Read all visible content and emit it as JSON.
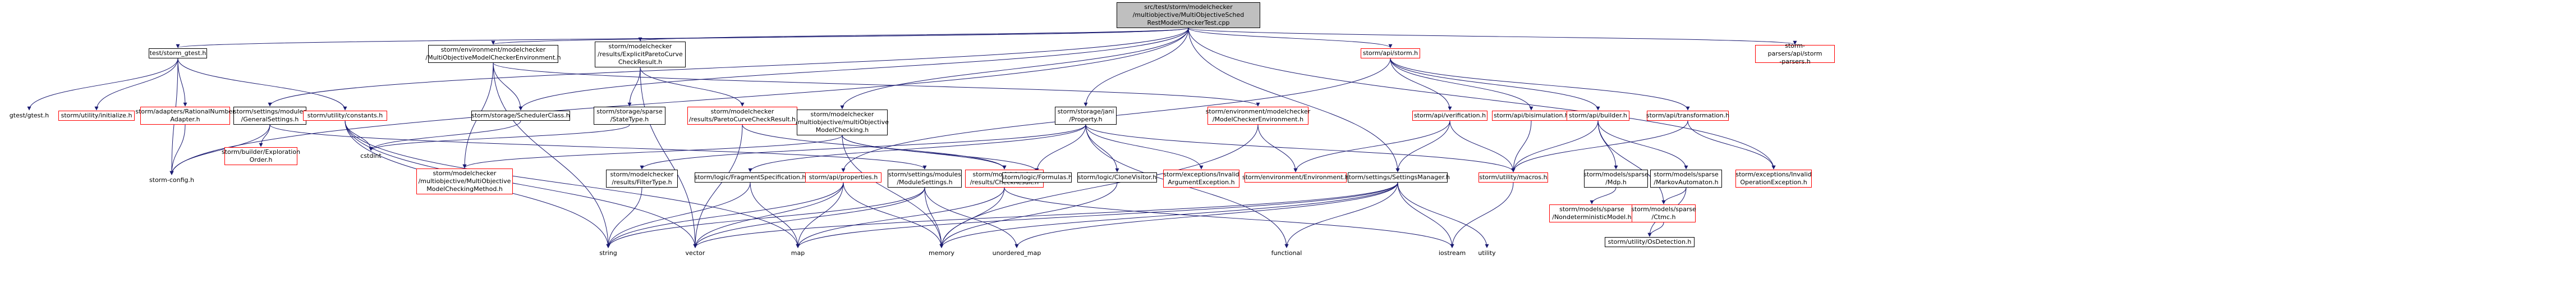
{
  "graph": {
    "edge_color": "#191970",
    "nodes": [
      {
        "id": "root",
        "label": "src/test/storm/modelchecker\n/multiobjective/MultiObjectiveSched\nRestModelCheckerTest.cpp",
        "style": "root"
      },
      {
        "id": "n_test_storm_gtest",
        "label": "test/storm_gtest.h",
        "style": "black"
      },
      {
        "id": "n_gtest",
        "label": "gtest/gtest.h",
        "style": "plain"
      },
      {
        "id": "n_util_initialize",
        "label": "storm/utility/initialize.h",
        "style": "red"
      },
      {
        "id": "n_adapters_rational",
        "label": "storm/adapters/RationalNumber\nAdapter.h",
        "style": "red"
      },
      {
        "id": "n_storm_config",
        "label": "storm-config.h",
        "style": "plain"
      },
      {
        "id": "n_settings_general",
        "label": "storm/settings/modules\n/GeneralSettings.h",
        "style": "black"
      },
      {
        "id": "n_builder_exploration",
        "label": "storm/builder/Exploration\nOrder.h",
        "style": "red"
      },
      {
        "id": "n_util_constants",
        "label": "storm/utility/constants.h",
        "style": "red"
      },
      {
        "id": "n_cstdint",
        "label": "cstdint",
        "style": "plain"
      },
      {
        "id": "n_env_mc_mo",
        "label": "storm/environment/modelchecker\n/MultiObjectiveModelCheckerEnvironment.h",
        "style": "black"
      },
      {
        "id": "n_scheduler_class",
        "label": "storm/storage/SchedulerClass.h",
        "style": "black"
      },
      {
        "id": "n_mo_checking_method",
        "label": "storm/modelchecker\n/multiobjective/MultiObjective\nModelCheckingMethod.h",
        "style": "red"
      },
      {
        "id": "n_explicit_pareto",
        "label": "storm/modelchecker\n/results/ExplicitParetoCurve\nCheckResult.h",
        "style": "black"
      },
      {
        "id": "n_state_type",
        "label": "storm/storage/sparse\n/StateType.h",
        "style": "black"
      },
      {
        "id": "n_pareto_curve_result",
        "label": "storm/modelchecker\n/results/ParetoCurveCheckResult.h",
        "style": "red"
      },
      {
        "id": "n_mo_model_checking",
        "label": "storm/modelchecker\n/multiobjective/multiObjective\nModelChecking.h",
        "style": "black"
      },
      {
        "id": "n_filter_type",
        "label": "storm/modelchecker\n/results/FilterType.h",
        "style": "black"
      },
      {
        "id": "n_fragment_spec",
        "label": "storm/logic/FragmentSpecification.h",
        "style": "black"
      },
      {
        "id": "n_api_properties",
        "label": "storm/api/properties.h",
        "style": "red"
      },
      {
        "id": "n_settings_module",
        "label": "storm/settings/modules\n/ModuleSettings.h",
        "style": "black"
      },
      {
        "id": "n_check_result",
        "label": "storm/modelchecker\n/results/CheckResult.h",
        "style": "red"
      },
      {
        "id": "n_string",
        "label": "string",
        "style": "plain"
      },
      {
        "id": "n_vector",
        "label": "vector",
        "style": "plain"
      },
      {
        "id": "n_map",
        "label": "map",
        "style": "plain"
      },
      {
        "id": "n_memory",
        "label": "memory",
        "style": "plain"
      },
      {
        "id": "n_unordered_map",
        "label": "unordered_map",
        "style": "plain"
      },
      {
        "id": "n_jani_property",
        "label": "storm/storage/jani\n/Property.h",
        "style": "black"
      },
      {
        "id": "n_logic_formulas",
        "label": "storm/logic/Formulas.h",
        "style": "black"
      },
      {
        "id": "n_clone_visitor",
        "label": "storm/logic/CloneVisitor.h",
        "style": "black"
      },
      {
        "id": "n_invalid_arg",
        "label": "storm/exceptions/Invalid\nArgumentException.h",
        "style": "red"
      },
      {
        "id": "n_env_mc",
        "label": "storm/environment/modelchecker\n/ModelCheckerEnvironment.h",
        "style": "red"
      },
      {
        "id": "n_env",
        "label": "storm/environment/Environment.h",
        "style": "red"
      },
      {
        "id": "n_functional",
        "label": "functional",
        "style": "plain"
      },
      {
        "id": "n_api_storm",
        "label": "storm/api/storm.h",
        "style": "red"
      },
      {
        "id": "n_api_verification",
        "label": "storm/api/verification.h",
        "style": "red"
      },
      {
        "id": "n_api_bisimulation",
        "label": "storm/api/bisimulation.h",
        "style": "red"
      },
      {
        "id": "n_api_builder",
        "label": "storm/api/builder.h",
        "style": "red"
      },
      {
        "id": "n_api_transformation",
        "label": "storm/api/transformation.h",
        "style": "red"
      },
      {
        "id": "n_settings_manager",
        "label": "storm/settings/SettingsManager.h",
        "style": "black"
      },
      {
        "id": "n_util_macros",
        "label": "storm/utility/macros.h",
        "style": "red"
      },
      {
        "id": "n_iostream",
        "label": "iostream",
        "style": "plain"
      },
      {
        "id": "n_utility",
        "label": "utility",
        "style": "plain"
      },
      {
        "id": "n_models_mdp",
        "label": "storm/models/sparse\n/Mdp.h",
        "style": "black"
      },
      {
        "id": "n_markov_automaton",
        "label": "storm/models/sparse\n/MarkovAutomaton.h",
        "style": "black"
      },
      {
        "id": "n_nondet_model",
        "label": "storm/models/sparse\n/NondeterministicModel.h",
        "style": "red"
      },
      {
        "id": "n_ctmc",
        "label": "storm/models/sparse\n/Ctmc.h",
        "style": "red"
      },
      {
        "id": "n_os_detection",
        "label": "storm/utility/OsDetection.h",
        "style": "black"
      },
      {
        "id": "n_invalid_op",
        "label": "storm/exceptions/Invalid\nOperationException.h",
        "style": "red"
      },
      {
        "id": "n_parser_api",
        "label": "storm-parsers/api/storm\n-parsers.h",
        "style": "red"
      }
    ],
    "edges": [
      [
        "root",
        "n_test_storm_gtest"
      ],
      [
        "root",
        "n_env_mc_mo"
      ],
      [
        "root",
        "n_explicit_pareto"
      ],
      [
        "root",
        "n_mo_model_checking"
      ],
      [
        "root",
        "n_jani_property"
      ],
      [
        "root",
        "n_api_storm"
      ],
      [
        "root",
        "n_parser_api"
      ],
      [
        "root",
        "n_settings_general"
      ],
      [
        "root",
        "n_scheduler_class"
      ],
      [
        "root",
        "n_storm_config"
      ],
      [
        "root",
        "n_settings_manager"
      ],
      [
        "root",
        "n_invalid_op"
      ],
      [
        "n_test_storm_gtest",
        "n_gtest"
      ],
      [
        "n_test_storm_gtest",
        "n_util_initialize"
      ],
      [
        "n_test_storm_gtest",
        "n_adapters_rational"
      ],
      [
        "n_test_storm_gtest",
        "n_storm_config"
      ],
      [
        "n_test_storm_gtest",
        "n_util_constants"
      ],
      [
        "n_adapters_rational",
        "n_storm_config"
      ],
      [
        "n_settings_general",
        "n_storm_config"
      ],
      [
        "n_settings_general",
        "n_builder_exploration"
      ],
      [
        "n_settings_general",
        "n_settings_module"
      ],
      [
        "n_util_constants",
        "n_cstdint"
      ],
      [
        "n_util_constants",
        "n_string"
      ],
      [
        "n_util_constants",
        "n_vector"
      ],
      [
        "n_util_constants",
        "n_map"
      ],
      [
        "n_env_mc_mo",
        "n_scheduler_class"
      ],
      [
        "n_env_mc_mo",
        "n_mo_checking_method"
      ],
      [
        "n_env_mc_mo",
        "n_env_mc"
      ],
      [
        "n_env_mc_mo",
        "n_string"
      ],
      [
        "n_scheduler_class",
        "n_cstdint"
      ],
      [
        "n_explicit_pareto",
        "n_state_type"
      ],
      [
        "n_explicit_pareto",
        "n_pareto_curve_result"
      ],
      [
        "n_explicit_pareto",
        "n_vector"
      ],
      [
        "n_state_type",
        "n_cstdint"
      ],
      [
        "n_pareto_curve_result",
        "n_vector"
      ],
      [
        "n_pareto_curve_result",
        "n_check_result"
      ],
      [
        "n_mo_model_checking",
        "n_mo_checking_method"
      ],
      [
        "n_mo_model_checking",
        "n_check_result"
      ],
      [
        "n_mo_model_checking",
        "n_logic_formulas"
      ],
      [
        "n_mo_model_checking",
        "n_memory"
      ],
      [
        "n_filter_type",
        "n_string"
      ],
      [
        "n_fragment_spec",
        "n_map"
      ],
      [
        "n_fragment_spec",
        "n_string"
      ],
      [
        "n_api_properties",
        "n_string"
      ],
      [
        "n_api_properties",
        "n_vector"
      ],
      [
        "n_api_properties",
        "n_map"
      ],
      [
        "n_api_properties",
        "n_memory"
      ],
      [
        "n_settings_module",
        "n_string"
      ],
      [
        "n_settings_module",
        "n_vector"
      ],
      [
        "n_settings_module",
        "n_memory"
      ],
      [
        "n_settings_module",
        "n_unordered_map"
      ],
      [
        "n_check_result",
        "n_memory"
      ],
      [
        "n_check_result",
        "n_iostream"
      ],
      [
        "n_check_result",
        "n_map"
      ],
      [
        "n_jani_property",
        "n_filter_type"
      ],
      [
        "n_jani_property",
        "n_fragment_spec"
      ],
      [
        "n_jani_property",
        "n_logic_formulas"
      ],
      [
        "n_jani_property",
        "n_clone_visitor"
      ],
      [
        "n_jani_property",
        "n_invalid_arg"
      ],
      [
        "n_jani_property",
        "n_util_macros"
      ],
      [
        "n_jani_property",
        "n_functional"
      ],
      [
        "n_clone_visitor",
        "n_memory"
      ],
      [
        "n_env_mc",
        "n_env"
      ],
      [
        "n_env_mc",
        "n_memory"
      ],
      [
        "n_api_storm",
        "n_api_properties"
      ],
      [
        "n_api_storm",
        "n_api_verification"
      ],
      [
        "n_api_storm",
        "n_api_bisimulation"
      ],
      [
        "n_api_storm",
        "n_api_builder"
      ],
      [
        "n_api_storm",
        "n_api_transformation"
      ],
      [
        "n_api_verification",
        "n_env"
      ],
      [
        "n_api_verification",
        "n_settings_manager"
      ],
      [
        "n_api_verification",
        "n_util_macros"
      ],
      [
        "n_api_bisimulation",
        "n_util_macros"
      ],
      [
        "n_api_builder",
        "n_models_mdp"
      ],
      [
        "n_api_builder",
        "n_markov_automaton"
      ],
      [
        "n_api_builder",
        "n_util_macros"
      ],
      [
        "n_api_builder",
        "n_ctmc"
      ],
      [
        "n_api_transformation",
        "n_util_macros"
      ],
      [
        "n_api_transformation",
        "n_invalid_op"
      ],
      [
        "n_settings_manager",
        "n_vector"
      ],
      [
        "n_settings_manager",
        "n_unordered_map"
      ],
      [
        "n_settings_manager",
        "n_functional"
      ],
      [
        "n_settings_manager",
        "n_iostream"
      ],
      [
        "n_settings_manager",
        "n_utility"
      ],
      [
        "n_settings_manager",
        "n_memory"
      ],
      [
        "n_settings_manager",
        "n_map"
      ],
      [
        "n_util_macros",
        "n_iostream"
      ],
      [
        "n_models_mdp",
        "n_nondet_model"
      ],
      [
        "n_markov_automaton",
        "n_ctmc"
      ],
      [
        "n_markov_automaton",
        "n_os_detection"
      ],
      [
        "n_ctmc",
        "n_os_detection"
      ]
    ]
  }
}
